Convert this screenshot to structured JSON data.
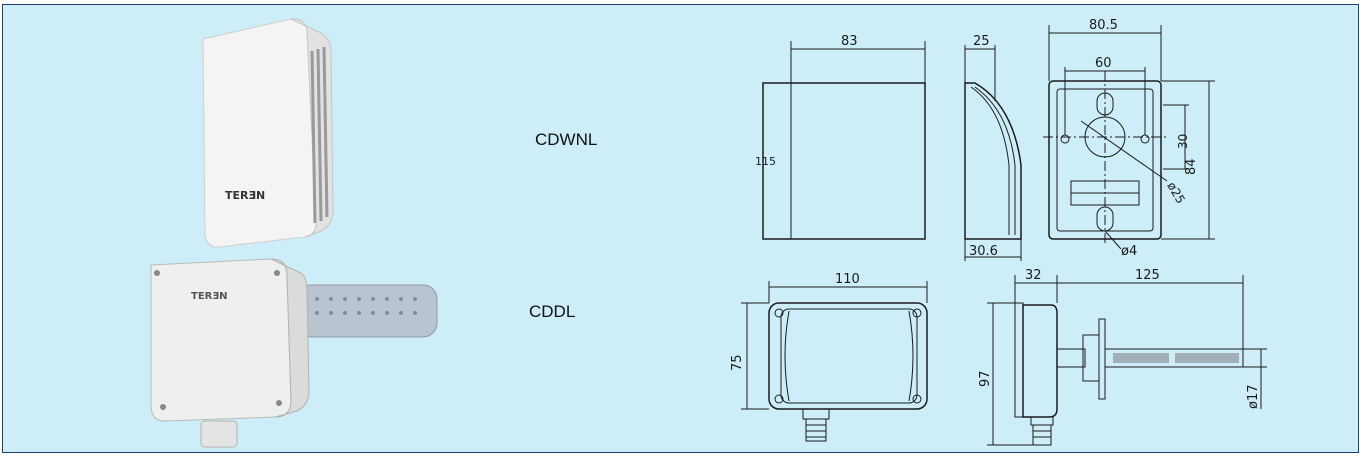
{
  "models": [
    {
      "name": "CDWNL",
      "brand": "TERƎN"
    },
    {
      "name": "CDDL",
      "brand": "TERƎN"
    }
  ],
  "drawings": {
    "cdwnl_front": {
      "width": "83",
      "height": "115"
    },
    "cdwnl_side": {
      "top": "25",
      "bottom": "30.6"
    },
    "cdwnl_back": {
      "width": "80.5",
      "hole_spacing": "60",
      "height": "84",
      "offset": "30",
      "diameter": "ø25",
      "hole": "ø4"
    },
    "cddl_front": {
      "width": "110",
      "height": "75"
    },
    "cddl_side": {
      "housing": "32",
      "probe_length": "125",
      "height": "97",
      "probe_diameter": "ø17"
    }
  },
  "colors": {
    "panel_bg": "#cdeef9",
    "border": "#1f3f6e",
    "line": "#1a1a1a"
  }
}
